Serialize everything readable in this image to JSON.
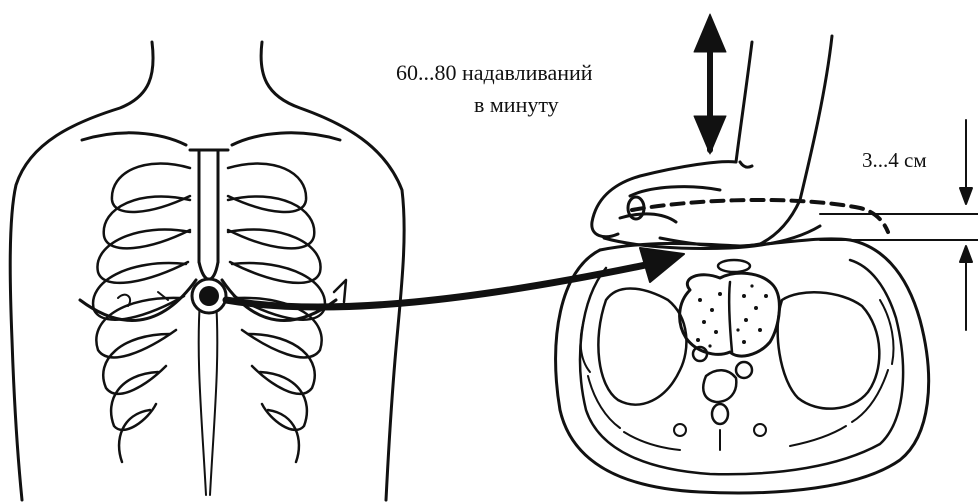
{
  "annotations": {
    "rate_line1": "60...80 надавливаний",
    "rate_line2": "в минуту",
    "depth": "3...4 см"
  },
  "colors": {
    "ink": "#111111",
    "background": "#ffffff"
  },
  "icons": [
    "torso-ribcage",
    "compression-point-icon",
    "pointer-arrow",
    "vertical-double-arrow-icon",
    "hands-pressing",
    "chest-cross-section",
    "depth-dimension-marker"
  ]
}
